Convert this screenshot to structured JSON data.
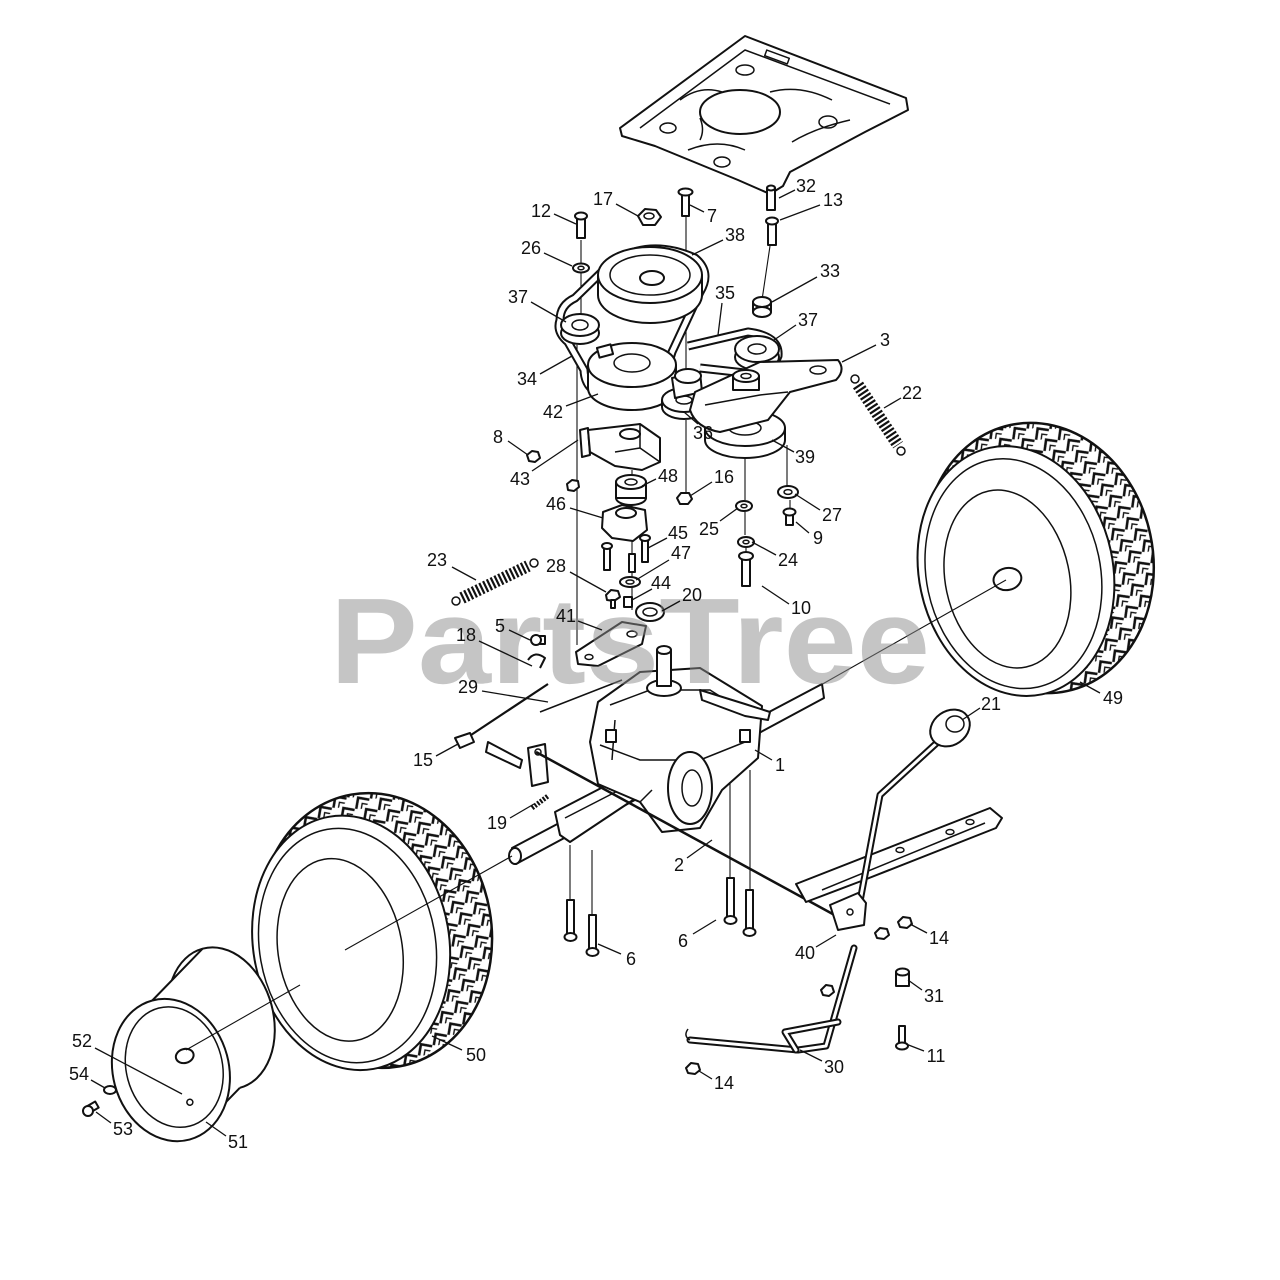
{
  "watermark": "PartsTree",
  "callouts": [
    "12",
    "17",
    "7",
    "32",
    "13",
    "26",
    "38",
    "33",
    "37",
    "35",
    "37",
    "3",
    "34",
    "42",
    "22",
    "8",
    "36",
    "39",
    "43",
    "48",
    "16",
    "46",
    "27",
    "25",
    "9",
    "45",
    "24",
    "47",
    "23",
    "28",
    "44",
    "20",
    "10",
    "41",
    "5",
    "18",
    "29",
    "21",
    "49",
    "15",
    "1",
    "19",
    "2",
    "6",
    "6",
    "40",
    "14",
    "31",
    "50",
    "52",
    "11",
    "30",
    "54",
    "14",
    "53",
    "51"
  ]
}
